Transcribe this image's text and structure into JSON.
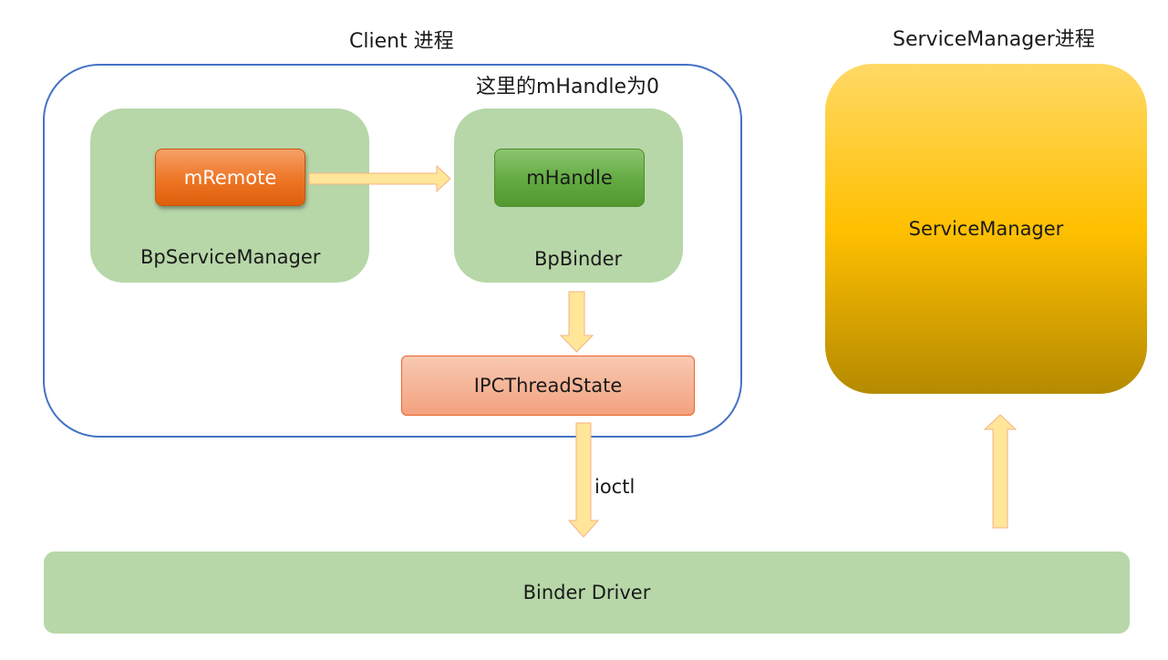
{
  "client": {
    "title": "Client 进程",
    "note": "这里的mHandle为0",
    "bp_service_manager": {
      "label": "BpServiceManager",
      "member": "mRemote"
    },
    "bp_binder": {
      "label": "BpBinder",
      "member": "mHandle"
    },
    "ipc_thread_state": "IPCThreadState"
  },
  "service_manager_process": {
    "title": "ServiceManager进程",
    "box_label": "ServiceManager"
  },
  "ioctl_label": "ioctl",
  "driver_label": "Binder Driver",
  "colors": {
    "client_border": "#4472c4",
    "green_panel": "#b7d7a8",
    "arrow_fill": "#ffe699",
    "arrow_stroke": "#f4b183",
    "orange": "#ee7524",
    "green_member": "#62aa41",
    "gold": "#ffc000"
  }
}
